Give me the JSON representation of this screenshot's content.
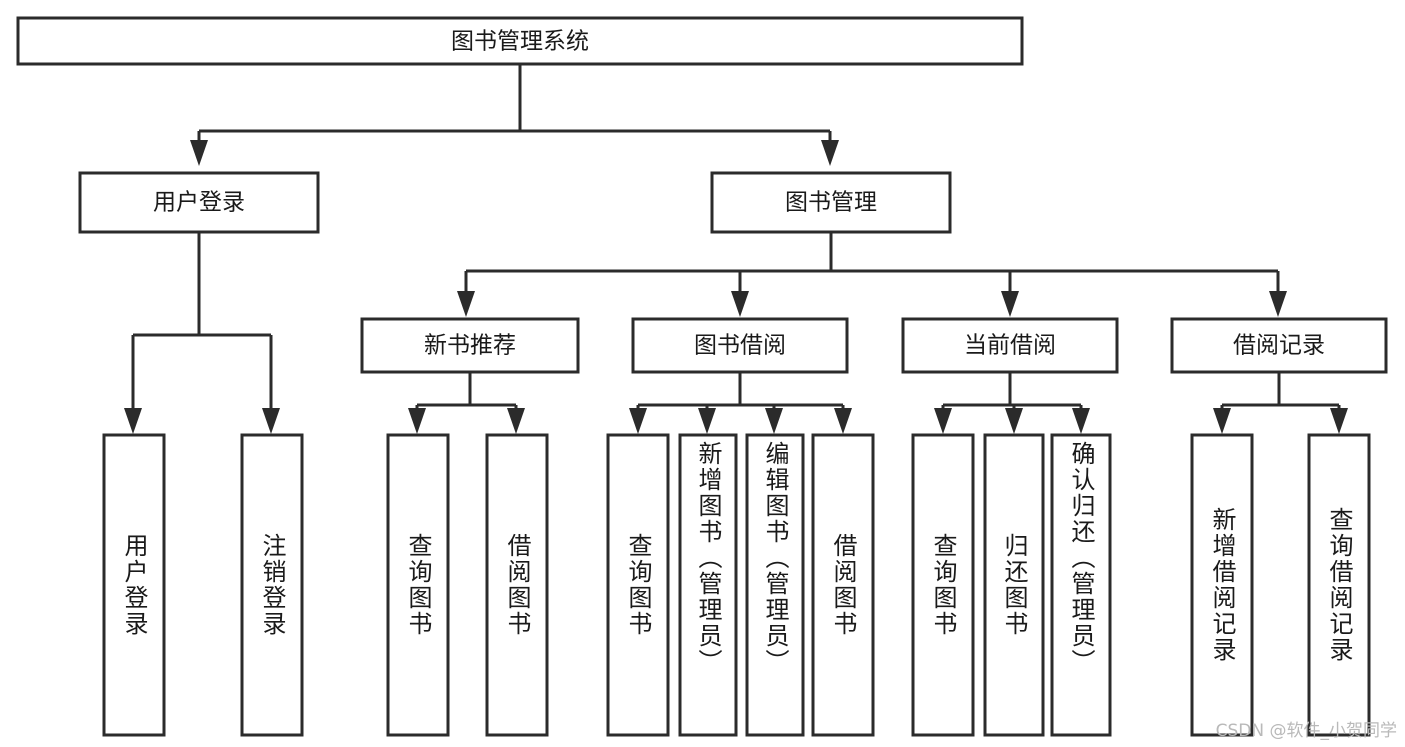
{
  "diagram": {
    "type": "tree-hierarchy",
    "title": "图书管理系统",
    "root": {
      "label": "图书管理系统"
    },
    "level1": [
      {
        "label": "用户登录"
      },
      {
        "label": "图书管理"
      }
    ],
    "level2": [
      {
        "label": "新书推荐"
      },
      {
        "label": "图书借阅"
      },
      {
        "label": "当前借阅"
      },
      {
        "label": "借阅记录"
      }
    ],
    "leaves": {
      "user_login": [
        {
          "label": "用户登录"
        },
        {
          "label": "注销登录"
        }
      ],
      "new_book_recommend": [
        {
          "label": "查询图书"
        },
        {
          "label": "借阅图书"
        }
      ],
      "book_borrow": [
        {
          "label": "查询图书"
        },
        {
          "label": "新增图书（管理员）"
        },
        {
          "label": "编辑图书（管理员）"
        },
        {
          "label": "借阅图书"
        }
      ],
      "current_borrow": [
        {
          "label": "查询图书"
        },
        {
          "label": "归还图书"
        },
        {
          "label": "确认归还（管理员）"
        }
      ],
      "borrow_record": [
        {
          "label": "新增借阅记录"
        },
        {
          "label": "查询借阅记录"
        }
      ]
    }
  },
  "watermark": {
    "text": "CSDN @软件_小贺同学"
  },
  "colors": {
    "stroke": "#2b2b2b",
    "fill": "#ffffff",
    "text": "#1a1a1a",
    "watermark": "#b9b9b9"
  }
}
